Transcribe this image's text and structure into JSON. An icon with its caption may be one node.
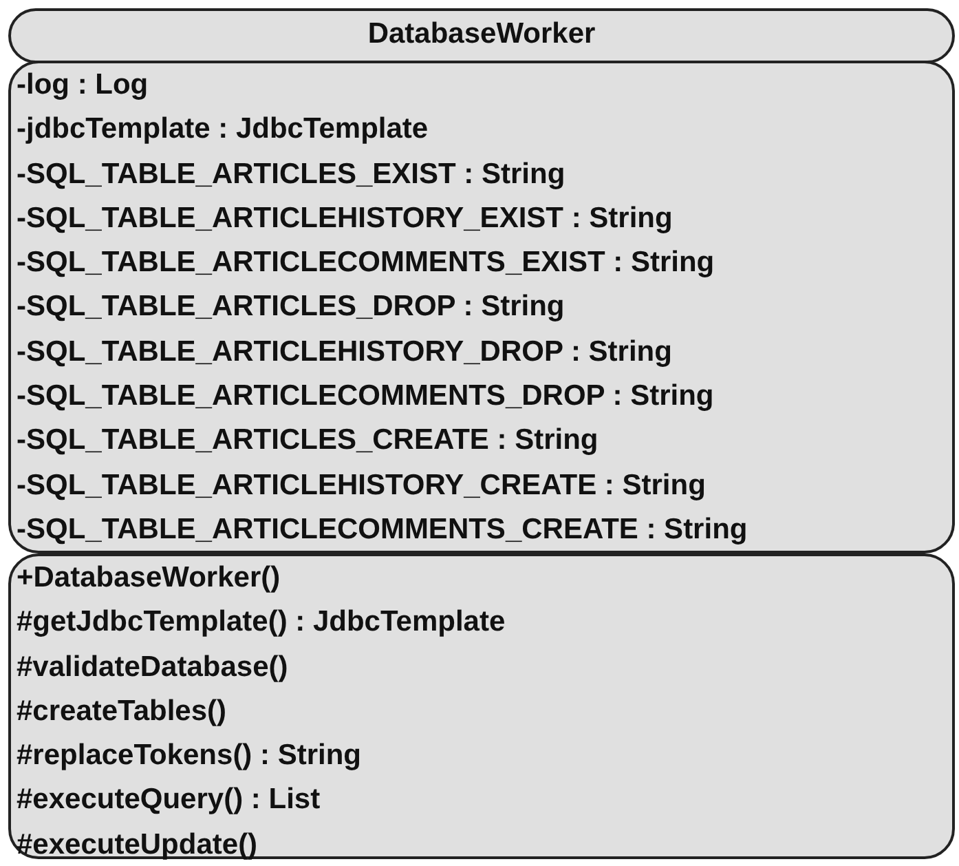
{
  "diagram": {
    "nodes": [
      {
        "text": [
          "DatabaseWorker"
        ]
      },
      {
        "text": [
          "-log : Log",
          "-jdbcTemplate : JdbcTemplate",
          "-SQL_TABLE_ARTICLES_EXIST : String",
          "-SQL_TABLE_ARTICLEHISTORY_EXIST : String",
          "-SQL_TABLE_ARTICLECOMMENTS_EXIST : String",
          "-SQL_TABLE_ARTICLES_DROP : String",
          "-SQL_TABLE_ARTICLEHISTORY_DROP : String",
          "-SQL_TABLE_ARTICLECOMMENTS_DROP : String",
          "-SQL_TABLE_ARTICLES_CREATE : String",
          "-SQL_TABLE_ARTICLEHISTORY_CREATE : String",
          "-SQL_TABLE_ARTICLECOMMENTS_CREATE : String"
        ]
      },
      {
        "text": [
          "+DatabaseWorker()",
          "#getJdbcTemplate() : JdbcTemplate",
          "#validateDatabase()",
          "#createTables()",
          "#replaceTokens() : String",
          "#executeQuery() : List",
          "#executeUpdate()"
        ]
      }
    ]
  }
}
